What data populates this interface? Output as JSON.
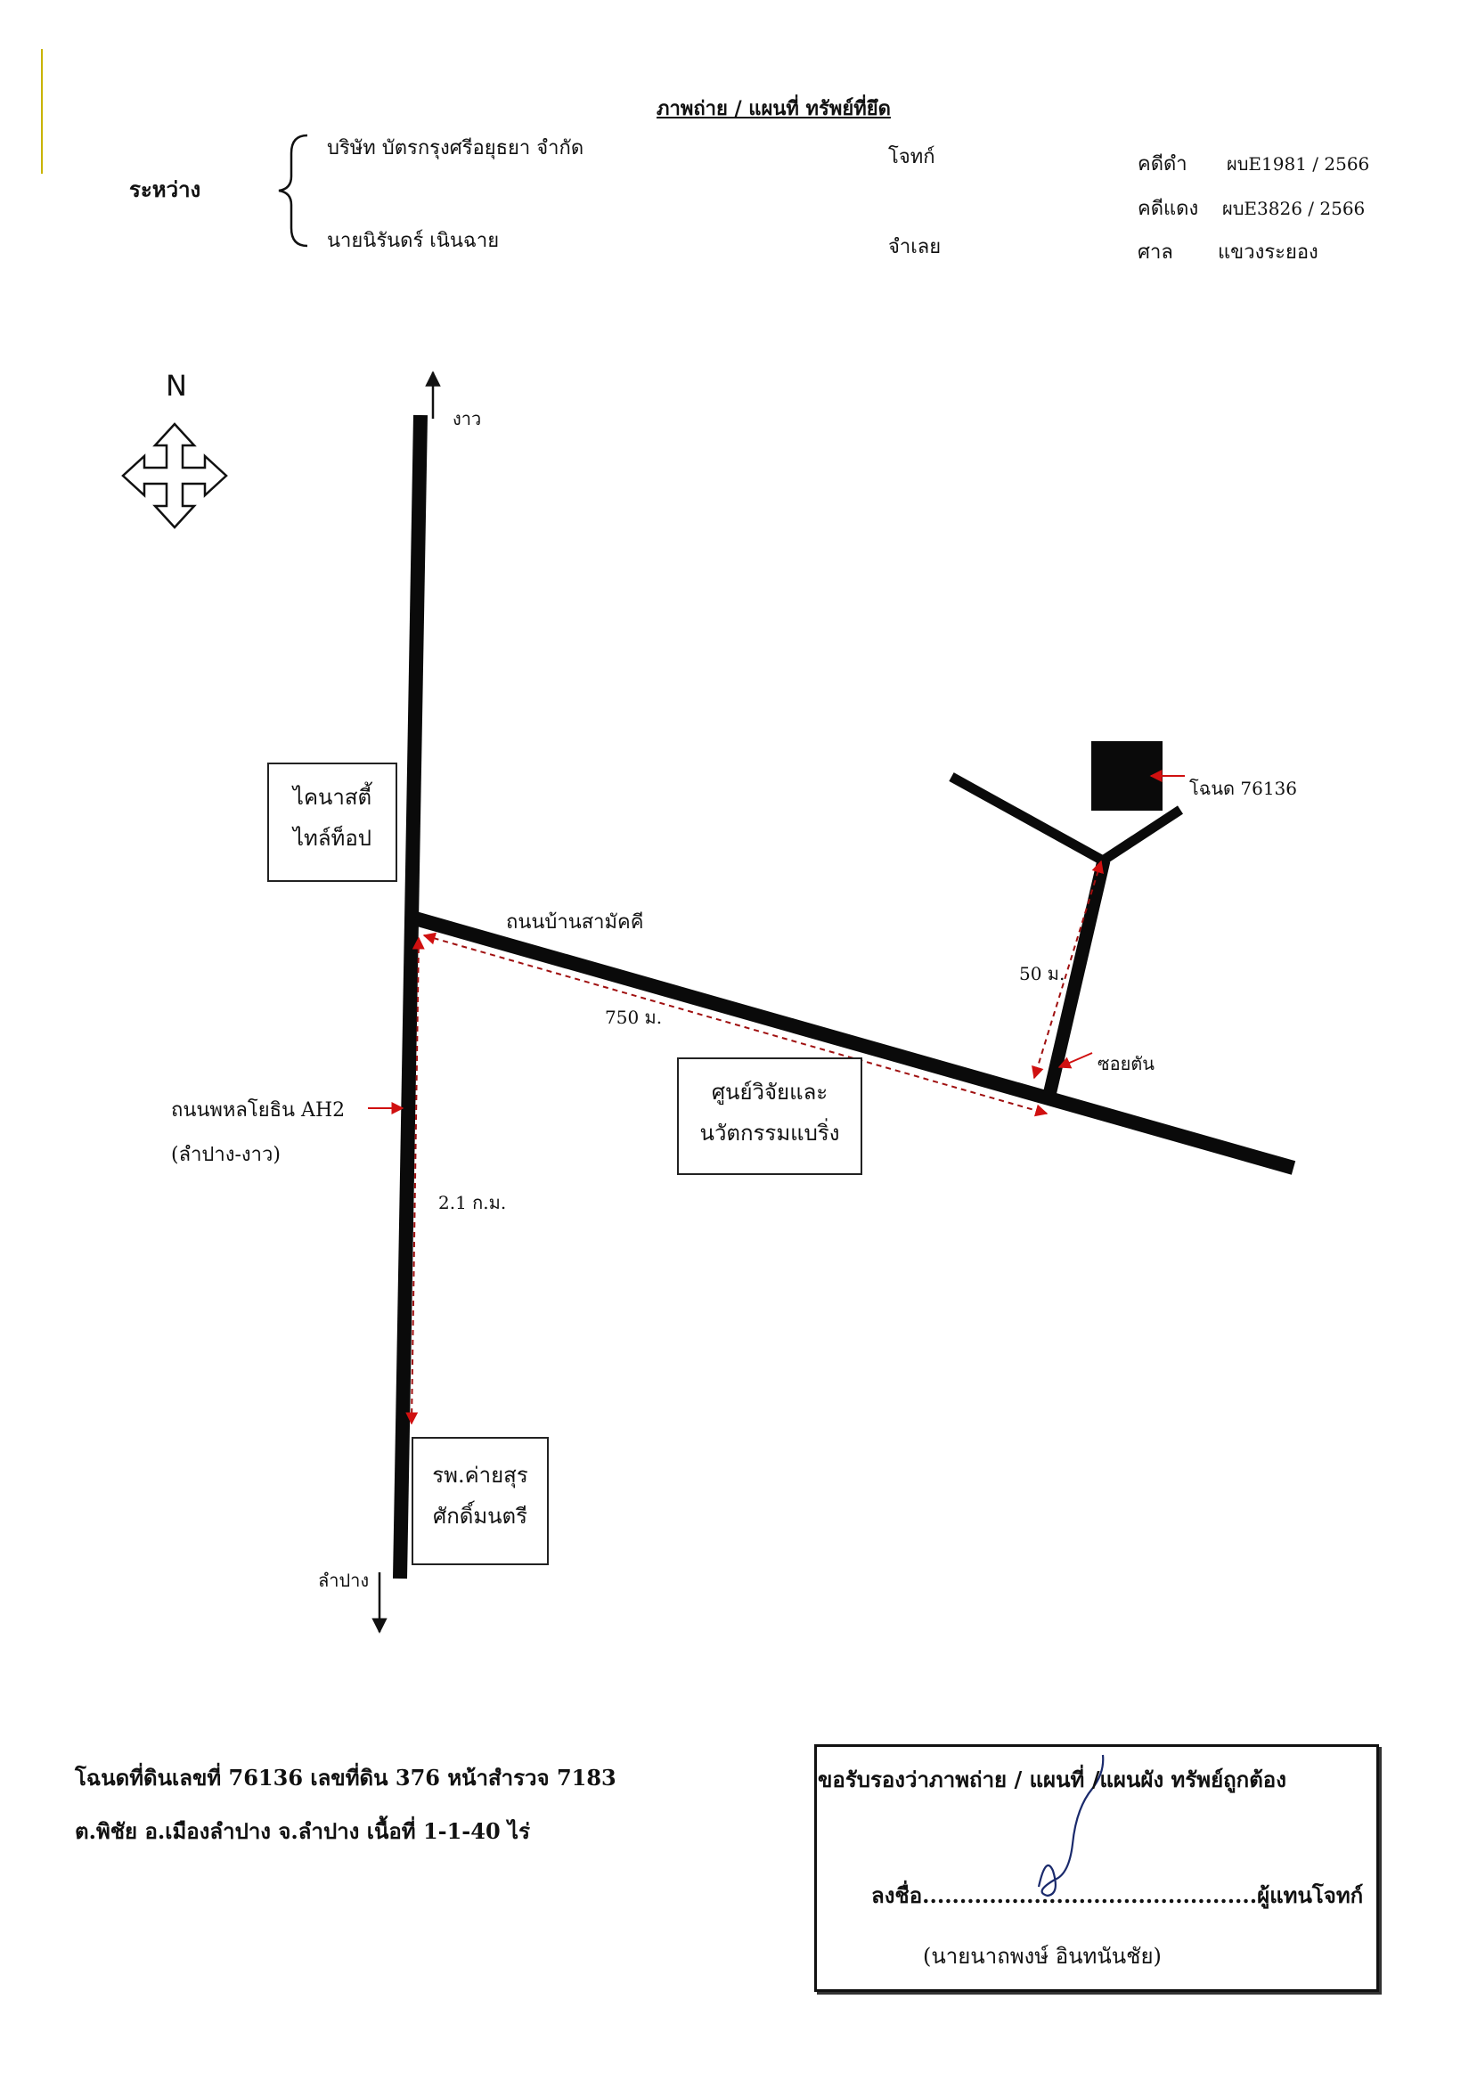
{
  "header": {
    "title": "ภาพถ่าย / แผนที่ ทรัพย์ที่ยึด",
    "between_label": "ระหว่าง",
    "plaintiff_name": "บริษัท บัตรกรุงศรีอยุธยา จำกัด",
    "plaintiff_role": "โจทก์",
    "defendant_name": "นายนิรันดร์ เนินฉาย",
    "defendant_role": "จำเลย",
    "black_case_label": "คดีดำ",
    "black_case_no": "ผบE1981 / 2566",
    "red_case_label": "คดีแดง",
    "red_case_no": "ผบE3826 / 2566",
    "court_label": "ศาล",
    "court_name": "แขวงระยอง"
  },
  "map": {
    "north_label": "N",
    "north_dest": "งาว",
    "south_dest": "ลำปาง",
    "landmark_top_line1": "ไคนาสตี้",
    "landmark_top_line2": "ไทล์ท็อป",
    "landmark_hospital_line1": "รพ.ค่ายสุร",
    "landmark_hospital_line2": "ศักดิ์มนตรี",
    "landmark_center_line1": "ศูนย์วิจัยและ",
    "landmark_center_line2": "นวัตกรรมแบริ่ง",
    "road_branch": "ถนนบ้านสามัคคี",
    "road_main_line1": "ถนนพหลโยธิน AH2",
    "road_main_line2": "(ลำปาง-งาว)",
    "distance_branch": "750 ม.",
    "distance_main": "2.1 ก.ม.",
    "distance_soi": "50 ม.",
    "soi_label": "ซอยตัน",
    "parcel_label": "โฉนด 76136"
  },
  "deed": {
    "line1": "โฉนดที่ดินเลขที่ 76136 เลขที่ดิน 376  หน้าสำรวจ 7183",
    "line2": "ต.พิชัย อ.เมืองลำปาง จ.ลำปาง เนื้อที่ 1-1-40 ไร่"
  },
  "certify": {
    "heading": "ขอรับรองว่าภาพถ่าย / แผนที่ /แผนผัง ทรัพย์ถูกต้อง",
    "sign_line": "ลงชื่อ.............................................ผู้แทนโจทก์",
    "signer_name": "(นายนาถพงษ์ อินทนันชัย)"
  },
  "colors": {
    "road": "#0a0a0a",
    "pointer_arrow": "#d01010",
    "distance_line": "#a01010"
  }
}
